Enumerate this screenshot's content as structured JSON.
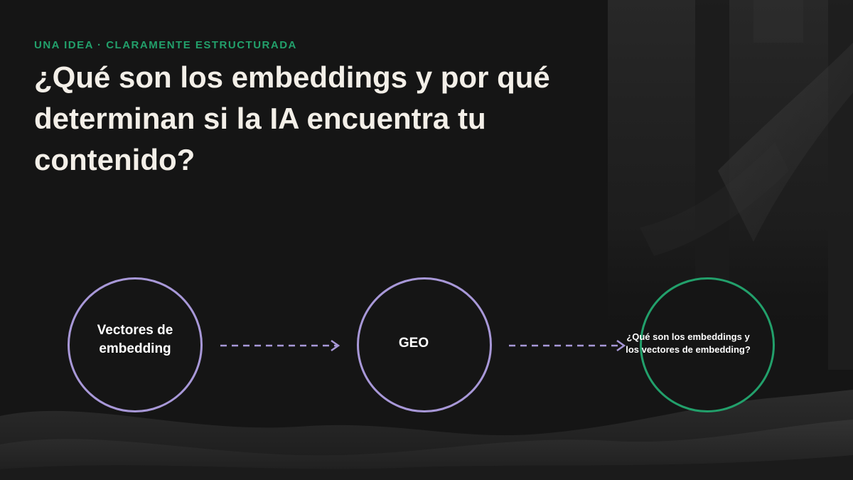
{
  "slide": {
    "eyebrow": "UNA IDEA · CLARAMENTE ESTRUCTURADA",
    "title": "¿Qué son los embeddings y por qué determinan si la IA encuentra tu contenido?"
  },
  "diagram": {
    "nodes": [
      {
        "label": "Vectores de embedding",
        "border_color": "#a898d8"
      },
      {
        "label": "GEO",
        "border_color": "#a898d8"
      },
      {
        "label": "¿Qué son los embeddings y los vectores de embedding?",
        "border_color": "#22a06b"
      }
    ],
    "arrow_color": "#a898d8"
  },
  "colors": {
    "background": "#151515",
    "accent_green": "#22a06b",
    "accent_purple": "#a898d8",
    "title_text": "#f3efe8"
  }
}
